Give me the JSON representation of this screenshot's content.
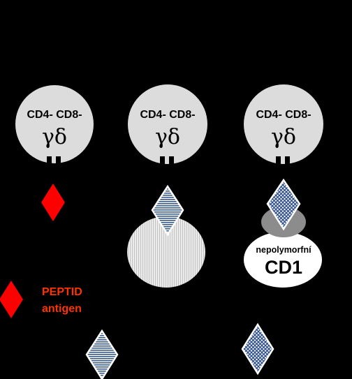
{
  "colors": {
    "background": "#000000",
    "cell_fill": "#dcdcdc",
    "peptide_red": "#ff0000",
    "legend_text": "#ff3300",
    "apc_fill": "#e2e2e2",
    "cd1_ring": "#8c8c8c"
  },
  "cells": [
    {
      "line1": "CD4- CD8-",
      "greek": "γδ"
    },
    {
      "line1": "CD4- CD8-",
      "greek": "γδ"
    },
    {
      "line1": "CD4- CD8-",
      "greek": "γδ"
    }
  ],
  "cd1": {
    "line1": "nepolymorfní",
    "line2": "CD1"
  },
  "legend": {
    "peptide_line1": "PEPTID",
    "peptide_line2": "antigen"
  }
}
